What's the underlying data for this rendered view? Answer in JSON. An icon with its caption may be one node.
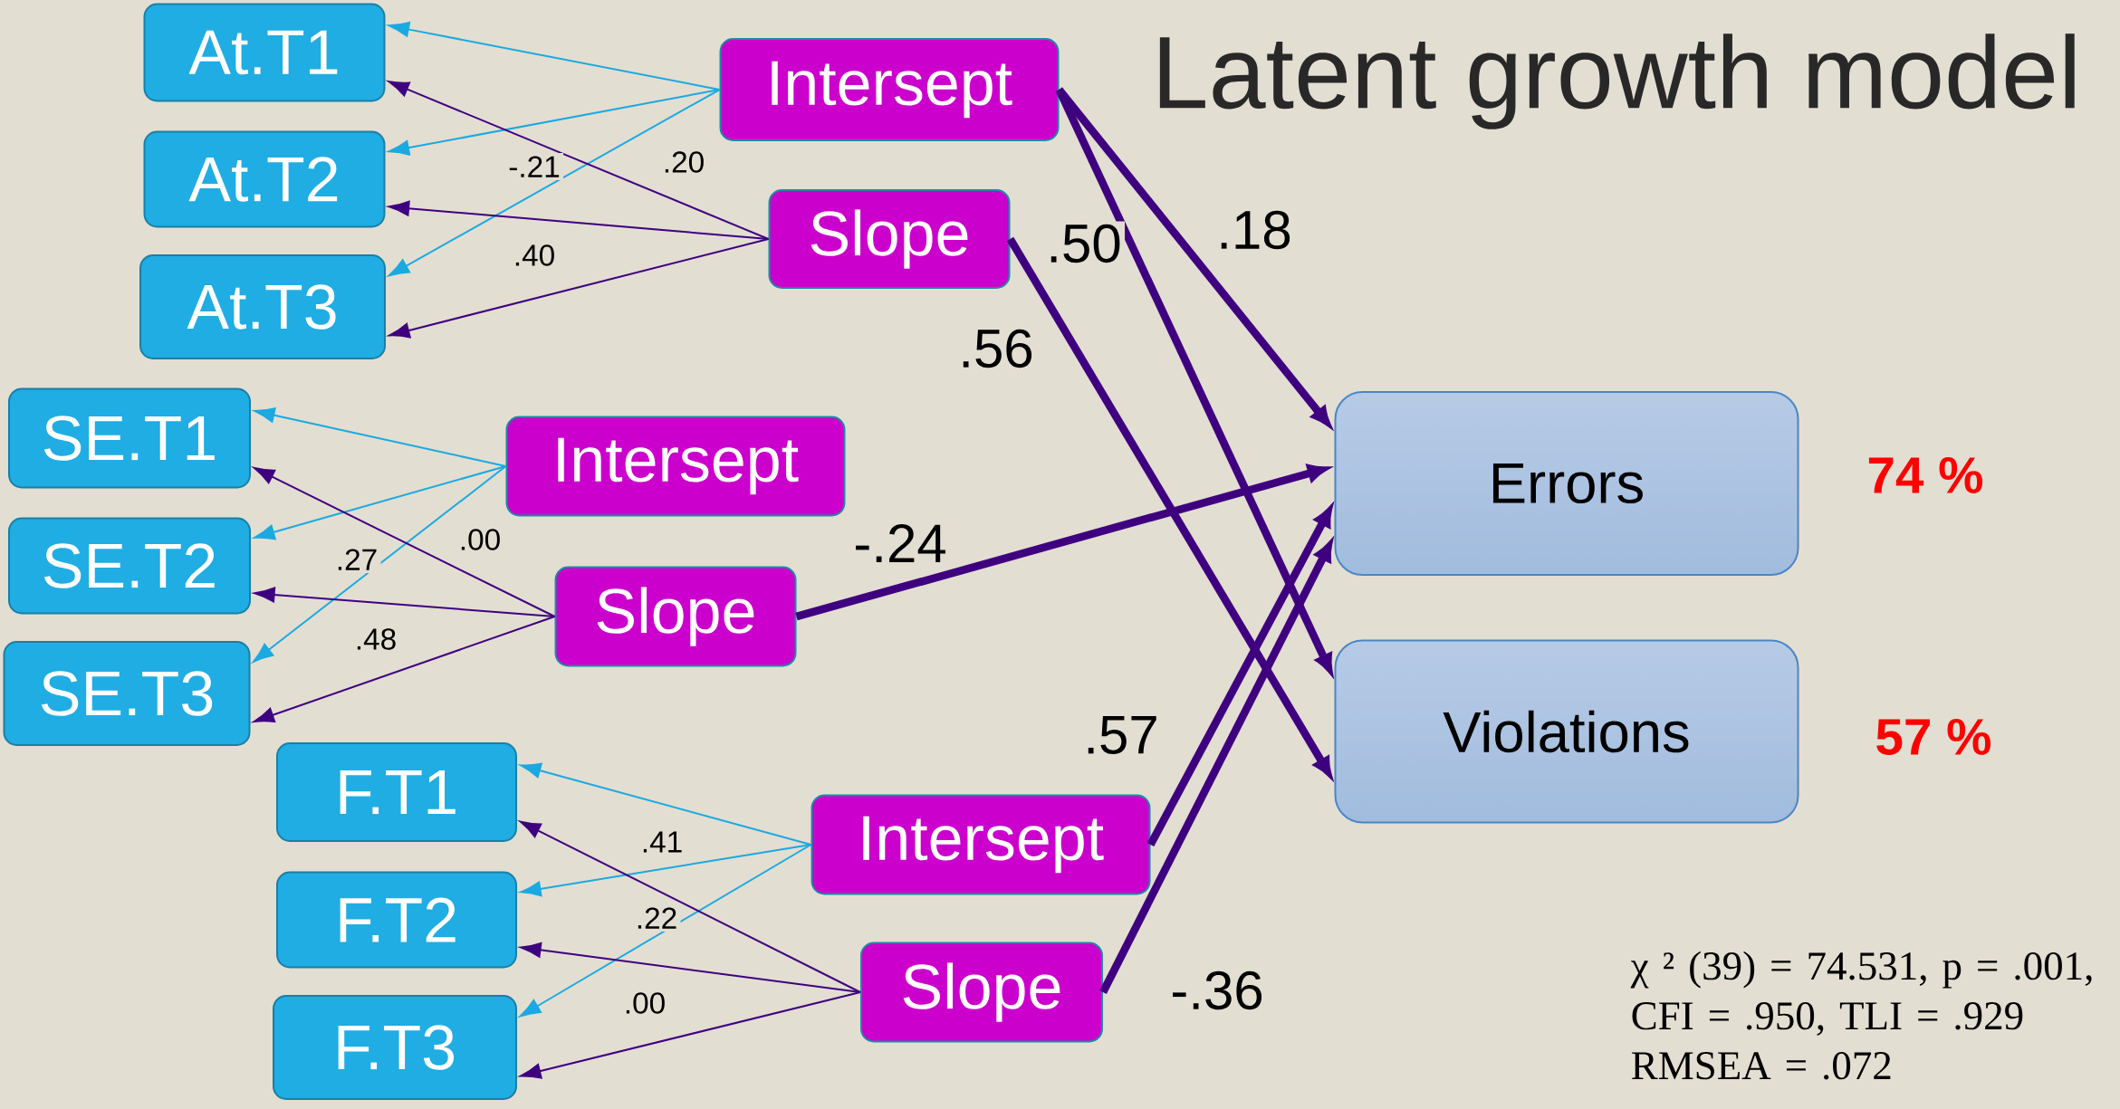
{
  "diagram": {
    "title": "Latent growth model",
    "nodes": [
      {
        "text": [
          "At.T1"
        ]
      },
      {
        "text": [
          "At.T2"
        ]
      },
      {
        "text": [
          "At.T3"
        ]
      },
      {
        "text": [
          "Intersept"
        ]
      },
      {
        "text": [
          "Slope"
        ]
      },
      {
        "text": [
          "SE.T1"
        ]
      },
      {
        "text": [
          "SE.T2"
        ]
      },
      {
        "text": [
          "SE.T3"
        ]
      },
      {
        "text": [
          "Intersept"
        ]
      },
      {
        "text": [
          "Slope"
        ]
      },
      {
        "text": [
          "F.T1"
        ]
      },
      {
        "text": [
          "F.T2"
        ]
      },
      {
        "text": [
          "F.T3"
        ]
      },
      {
        "text": [
          "Intersept"
        ]
      },
      {
        "text": [
          "Slope"
        ]
      },
      {
        "text": [
          "Errors"
        ],
        "beside": [
          "74 %"
        ]
      },
      {
        "text": [
          "Violations"
        ],
        "beside": [
          "57 %"
        ]
      }
    ],
    "edges": [
      {
        "from": 3,
        "to": 0,
        "arrow": "to",
        "color": "#1ba9e1"
      },
      {
        "from": 3,
        "to": 1,
        "arrow": "to",
        "color": "#1ba9e1"
      },
      {
        "from": 3,
        "to": 2,
        "arrow": "to",
        "color": "#1ba9e1"
      },
      {
        "from": 4,
        "to": 0,
        "arrow": "to"
      },
      {
        "from": 4,
        "to": 1,
        "arrow": "to"
      },
      {
        "from": 4,
        "to": 2,
        "arrow": "to"
      },
      {
        "from": 8,
        "to": 5,
        "arrow": "to",
        "color": "#1ba9e1"
      },
      {
        "from": 8,
        "to": 6,
        "arrow": "to",
        "color": "#1ba9e1"
      },
      {
        "from": 8,
        "to": 7,
        "arrow": "to",
        "color": "#1ba9e1"
      },
      {
        "from": 9,
        "to": 5,
        "arrow": "to"
      },
      {
        "from": 9,
        "to": 6,
        "arrow": "to"
      },
      {
        "from": 9,
        "to": 7,
        "arrow": "to"
      },
      {
        "from": 13,
        "to": 10,
        "arrow": "to",
        "color": "#1ba9e1"
      },
      {
        "from": 13,
        "to": 11,
        "arrow": "to",
        "color": "#1ba9e1"
      },
      {
        "from": 13,
        "to": 12,
        "arrow": "to",
        "color": "#1ba9e1"
      },
      {
        "from": 14,
        "to": 10,
        "arrow": "to"
      },
      {
        "from": 14,
        "to": 11,
        "arrow": "to"
      },
      {
        "from": 14,
        "to": 12,
        "arrow": "to"
      },
      {
        "from": 3,
        "to": 15,
        "arrow": "to",
        "label": ".18",
        "style": "thick"
      },
      {
        "from": 3,
        "to": 16,
        "arrow": "to",
        "label": ".50",
        "style": "thick"
      },
      {
        "from": 4,
        "to": 16,
        "arrow": "to",
        "label": ".56",
        "style": "thick"
      },
      {
        "from": 9,
        "to": 15,
        "arrow": "to",
        "label": "-.24",
        "style": "thick"
      },
      {
        "from": 13,
        "to": 15,
        "arrow": "to",
        "label": ".57",
        "style": "thick"
      },
      {
        "from": 14,
        "to": 15,
        "arrow": "to",
        "label": "-.36",
        "style": "thick"
      }
    ],
    "labels": [
      "-.21",
      ".20",
      ".40",
      ".00",
      ".27",
      ".48",
      ".41",
      ".22",
      ".00",
      "χ ² (39) = 74.531, p = .001, CFI = .950, TLI = .929 RMSEA = .072"
    ]
  }
}
